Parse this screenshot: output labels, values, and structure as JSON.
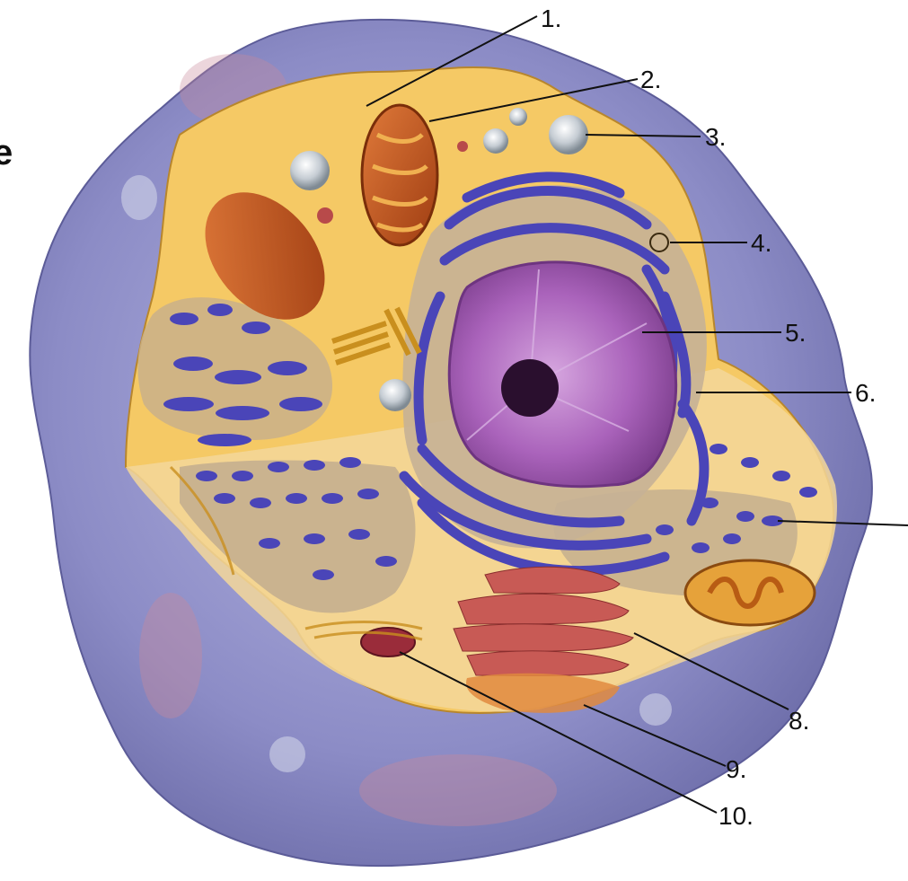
{
  "diagram": {
    "edge_fragment": "e",
    "callouts": [
      {
        "id": "1",
        "label": "1."
      },
      {
        "id": "2",
        "label": "2."
      },
      {
        "id": "3",
        "label": "3."
      },
      {
        "id": "4",
        "label": "4."
      },
      {
        "id": "5",
        "label": "5."
      },
      {
        "id": "6",
        "label": "6."
      },
      {
        "id": "7",
        "label": ""
      },
      {
        "id": "8",
        "label": "8."
      },
      {
        "id": "9",
        "label": "9."
      },
      {
        "id": "10",
        "label": "10."
      }
    ]
  },
  "colors": {
    "membrane": "#8e8ec8",
    "cytoplasm": "#f2c25a",
    "nucleus": "#a05bb0",
    "er": "#4a45b8",
    "mitochondria": "#c9621e",
    "golgi": "#c85a55",
    "leader_line": "#111111"
  }
}
